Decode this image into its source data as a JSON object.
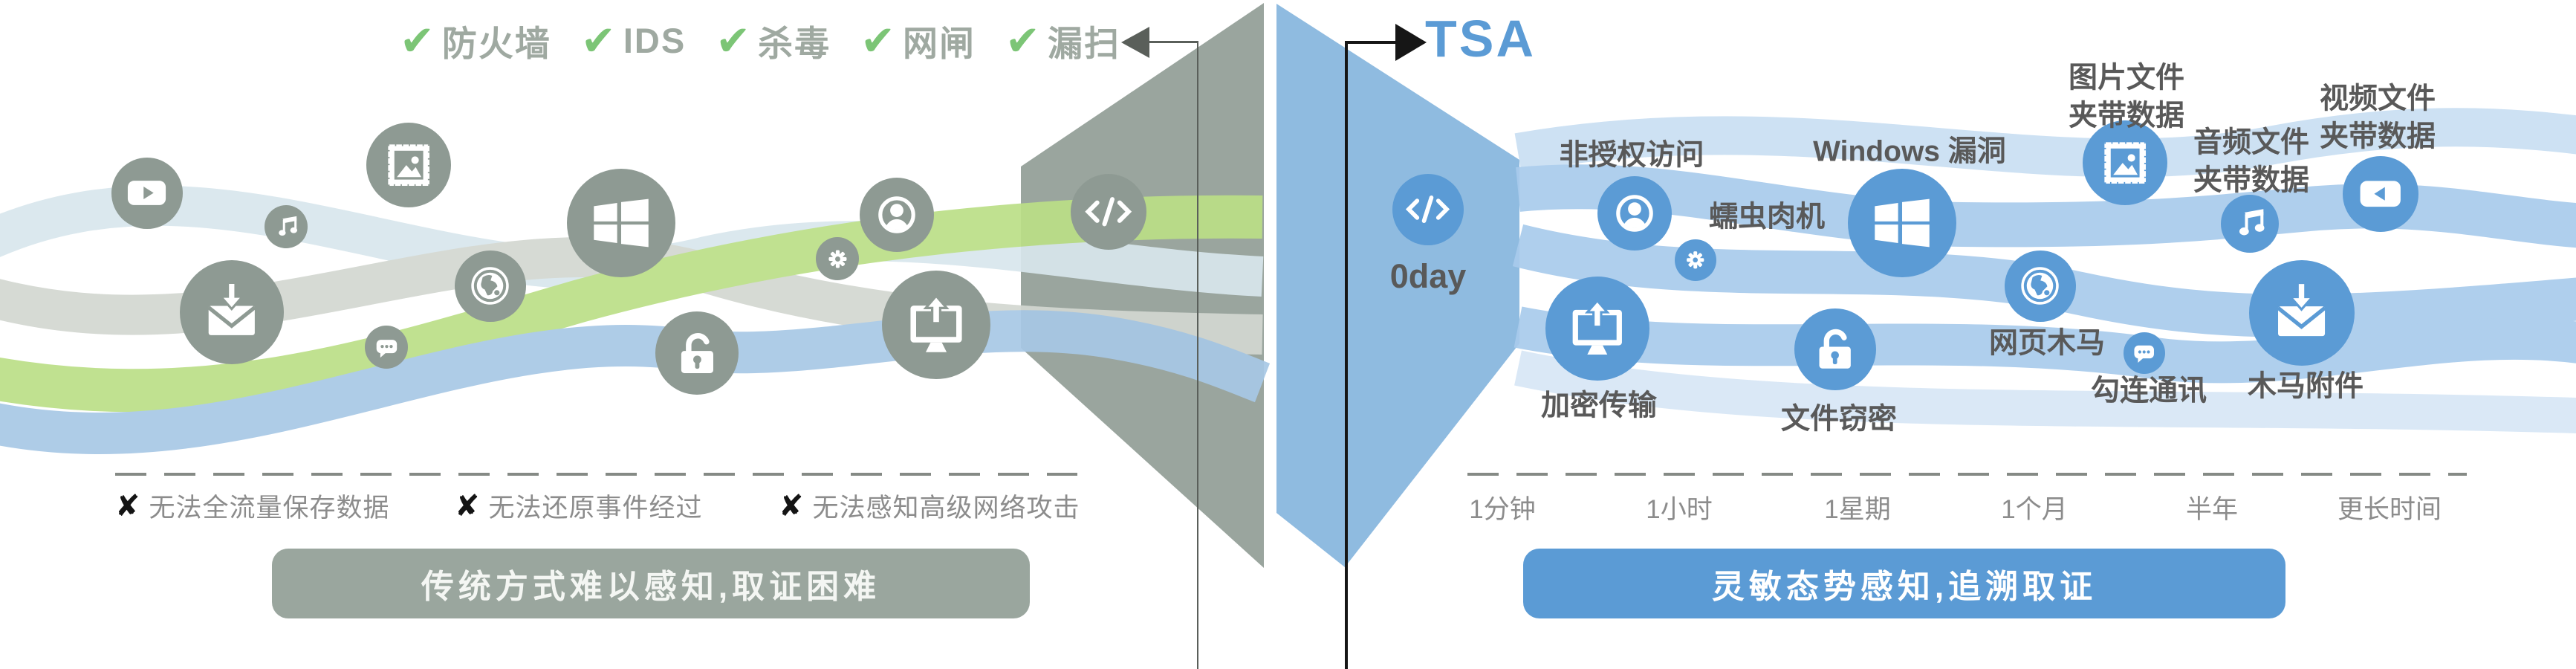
{
  "left_panel": {
    "check_icon": "✔",
    "cross_icon": "✘",
    "defenses": [
      "防火墙",
      "IDS",
      "杀毒",
      "网闸",
      "漏扫"
    ],
    "problems": [
      "无法全流量保存数据",
      "无法还原事件经过",
      "无法感知高级网络攻击"
    ],
    "banner": "传统方式难以感知,取证困难"
  },
  "right_panel": {
    "tsa_label": "TSA",
    "zero_day_label": "0day",
    "threats": [
      {
        "label": "非授权访问"
      },
      {
        "label": "蠕虫肉机"
      },
      {
        "label": "Windows 漏洞"
      },
      {
        "label": "加密传输"
      },
      {
        "label": "文件窃密"
      },
      {
        "label": "网页木马"
      },
      {
        "label": "勾连通讯"
      },
      {
        "label": "木马附件"
      },
      {
        "label": "图片文件\n夹带数据"
      },
      {
        "label": "音频文件\n夹带数据"
      },
      {
        "label": "视频文件\n夹带数据"
      }
    ],
    "timeline": [
      "1分钟",
      "1小时",
      "1星期",
      "1个月",
      "半年",
      "更长时间"
    ],
    "banner": "灵敏态势感知,追溯取证"
  },
  "colors": {
    "check_green": "#7CC576",
    "defense_text": "#9FA9A1",
    "gray_icon": "#8E9A93",
    "gray_funnel": "#9AA59E",
    "blue_funnel": "#8FBBE0",
    "blue_icon": "#5B9BD5",
    "tsa_blue": "#5B9BD5",
    "dark_text": "#595959",
    "muted_text": "#8C8C8C",
    "banner_gray": "#9AA69E",
    "banner_blue": "#5B9BD5",
    "ribbon_green": "#BBDF87",
    "ribbon_blue": "#A8C8E6",
    "ribbon_pale": "#D8E7ED"
  }
}
